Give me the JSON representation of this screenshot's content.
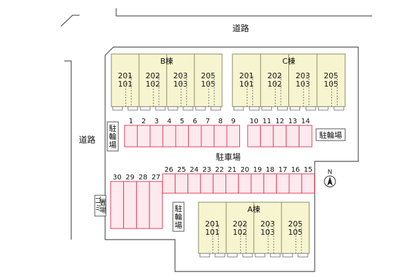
{
  "roads": {
    "top": "道路",
    "left": "道路"
  },
  "parking_label": "駐車場",
  "bike_parking_label": "駐輪場",
  "garbage_label": "ゴミ置場",
  "north_label": "N",
  "buildings": {
    "B": {
      "name": "B棟",
      "units": [
        [
          "201",
          "101"
        ],
        [
          "202",
          "102"
        ],
        [
          "203",
          "103"
        ],
        [
          "205",
          "105"
        ]
      ]
    },
    "C": {
      "name": "C棟",
      "units": [
        [
          "201",
          "101"
        ],
        [
          "202",
          "102"
        ],
        [
          "203",
          "103"
        ],
        [
          "205",
          "105"
        ]
      ]
    },
    "A": {
      "name": "A棟",
      "units": [
        [
          "201",
          "101"
        ],
        [
          "202",
          "102"
        ],
        [
          "203",
          "103"
        ],
        [
          "205",
          "105"
        ]
      ]
    }
  },
  "parking": {
    "row1_left": [
      "1",
      "2",
      "3",
      "4",
      "5",
      "6",
      "7",
      "8",
      "9"
    ],
    "row1_right": [
      "10",
      "11",
      "12",
      "13",
      "14"
    ],
    "row2": [
      "26",
      "25",
      "24",
      "23",
      "22",
      "21",
      "20",
      "19",
      "18",
      "17",
      "16",
      "15"
    ],
    "row3": [
      "30",
      "29",
      "28",
      "27"
    ]
  },
  "colors": {
    "lot_fill": "#ffffff",
    "building_fill": "#f7f5cf",
    "building_stroke": "#8a8a6a",
    "parking_fill": "#fde9ee",
    "parking_stroke": "#e0405e",
    "outline": "#555555"
  }
}
